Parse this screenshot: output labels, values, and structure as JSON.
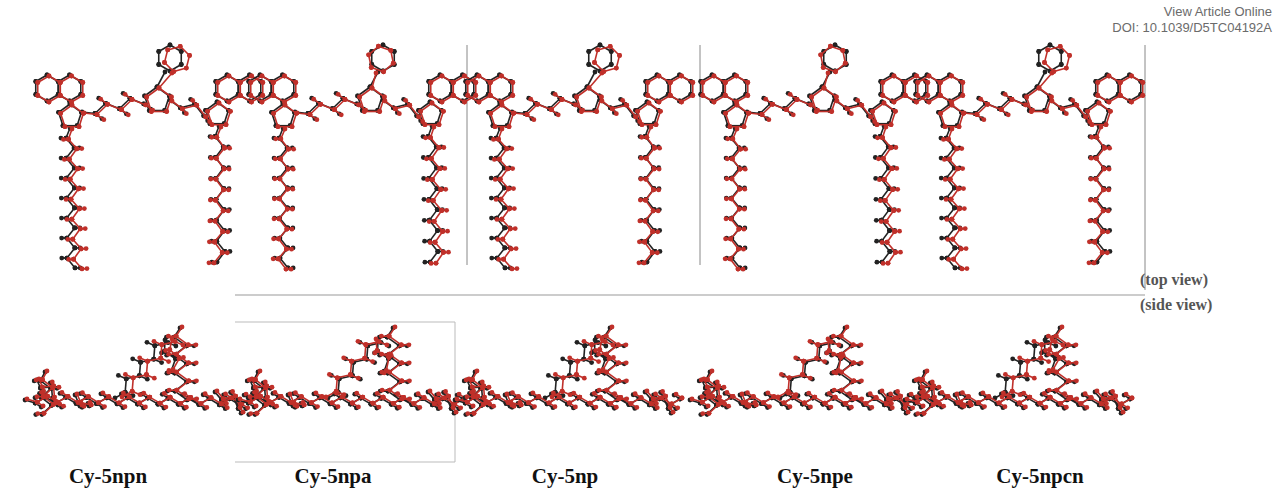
{
  "diagram": {
    "labels": [
      "View Article Online",
      "DOI: 10.1039/D5TC04192A",
      "(top view)",
      "(side view)",
      "Cy-5npn",
      "Cy-5npa",
      "Cy-5np",
      "Cy-5npe",
      "Cy-5npcn"
    ]
  }
}
